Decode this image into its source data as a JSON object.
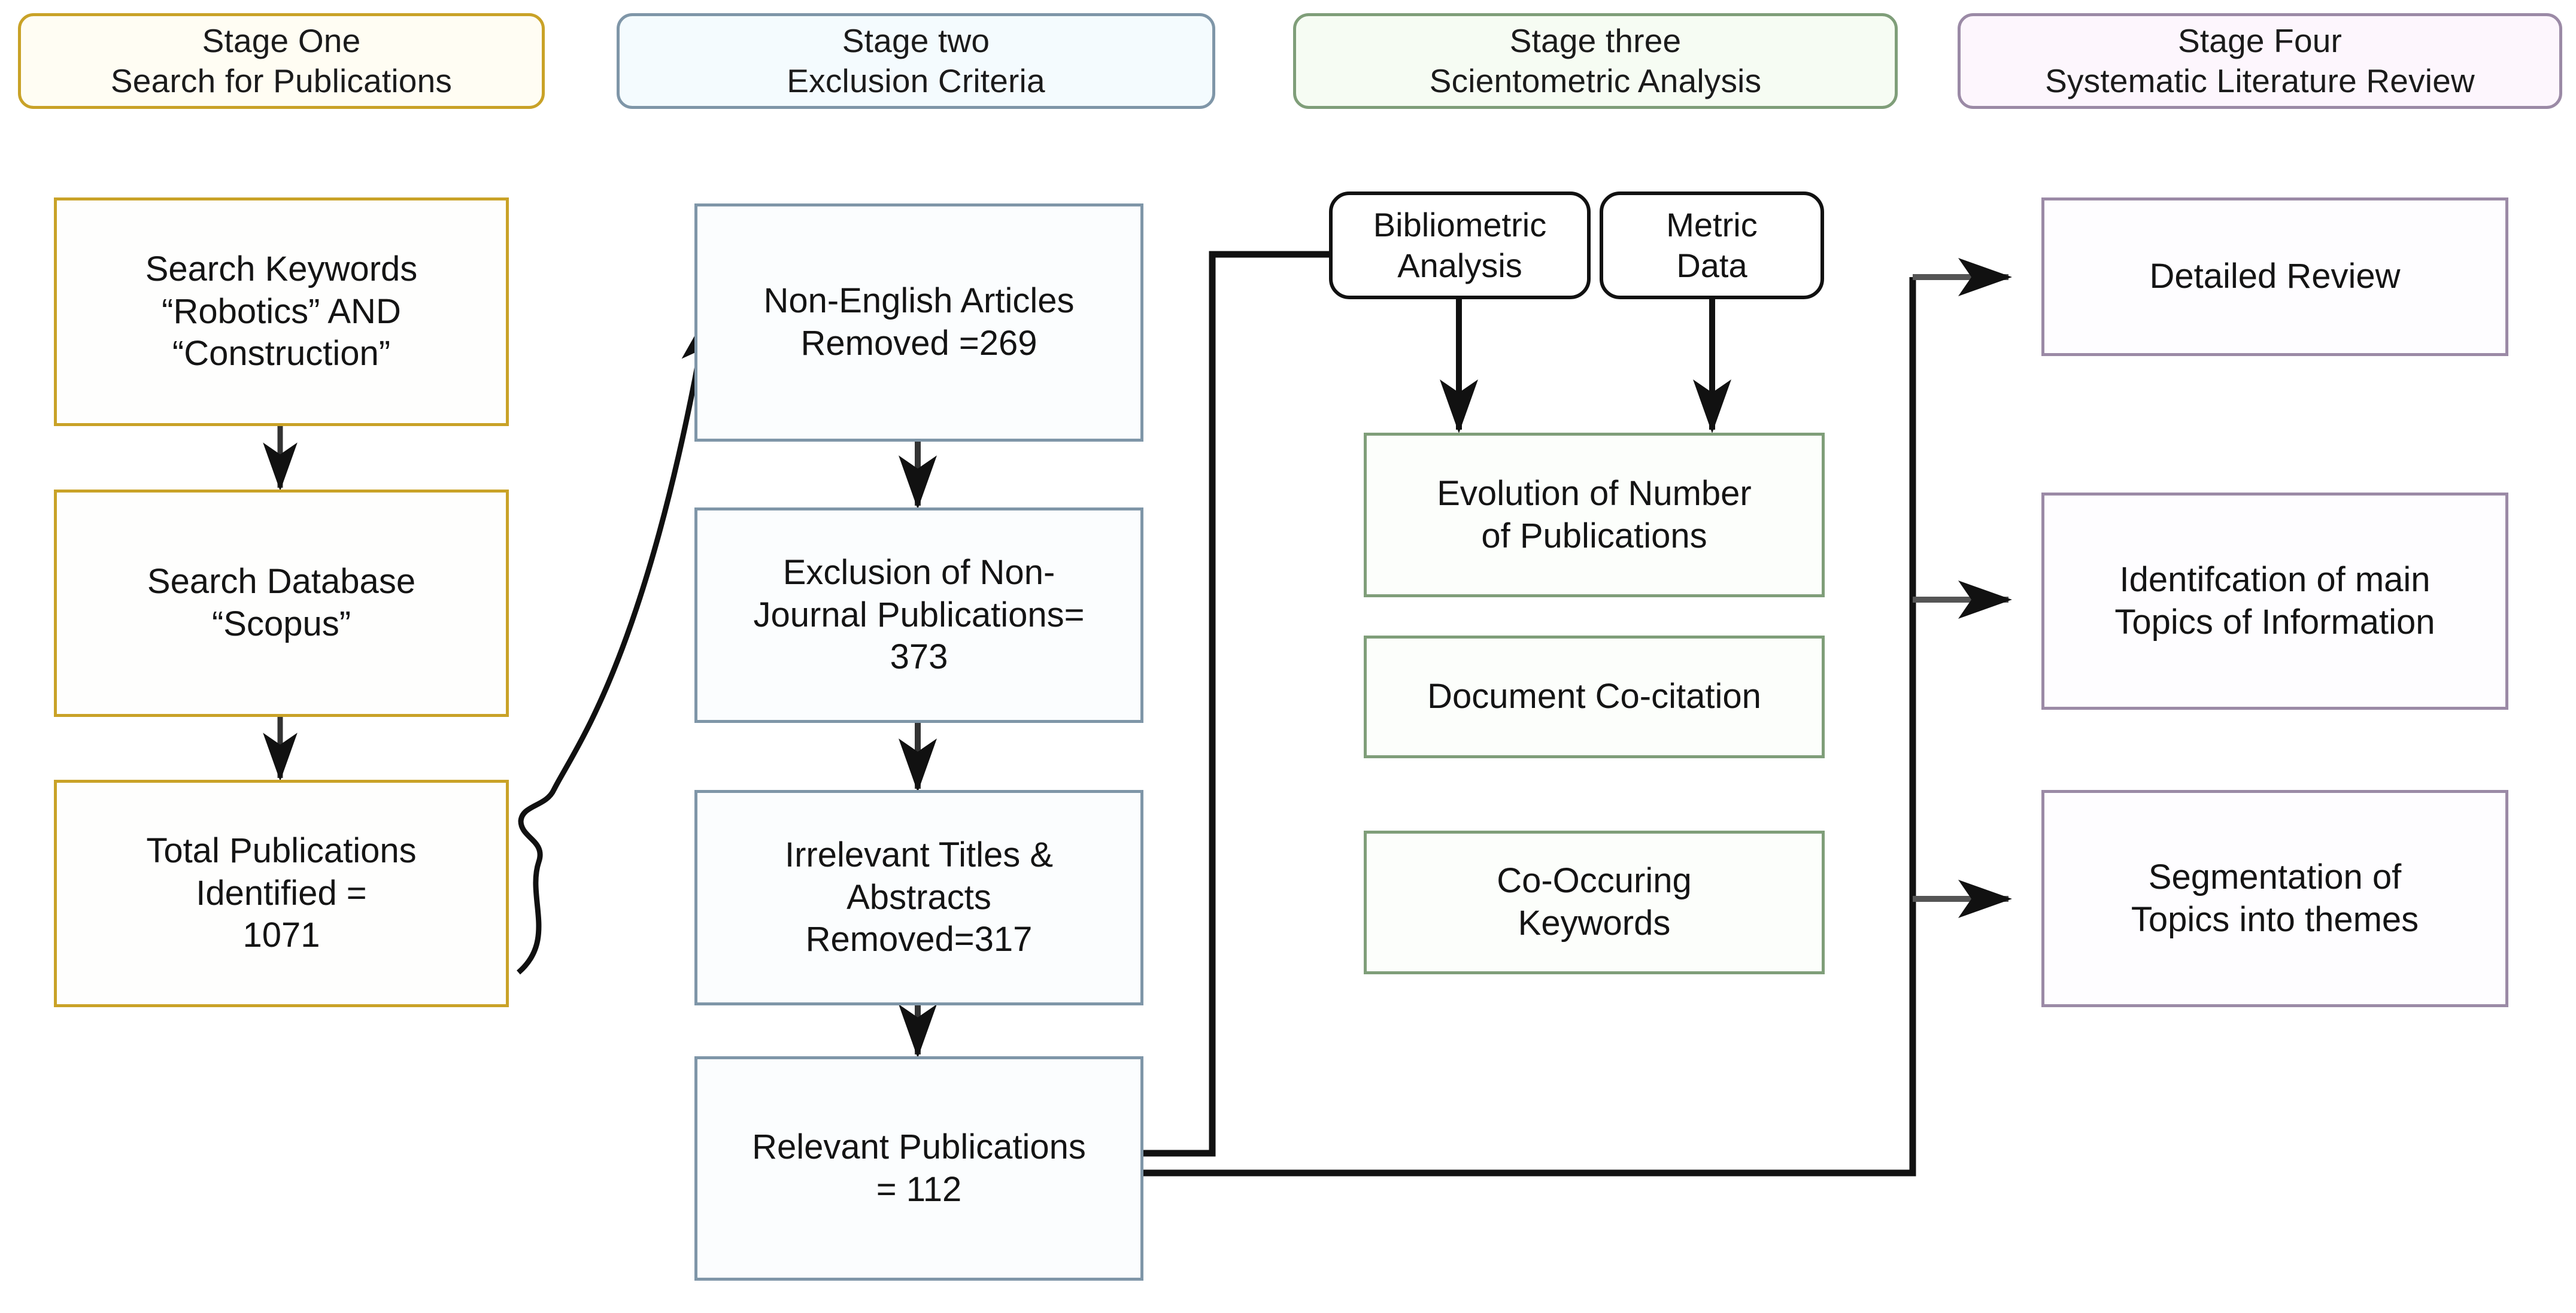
{
  "diagram": {
    "title": "Research methodology flowchart",
    "colors": {
      "stage_one": "#c9a227",
      "stage_two": "#7f96a8",
      "stage_three": "#7f9e79",
      "stage_four": "#9b8aa6",
      "connector": "#111111",
      "text": "#141414"
    }
  },
  "stages": [
    {
      "id": "one",
      "line1": "Stage One",
      "line2": "Search for Publications"
    },
    {
      "id": "two",
      "line1": "Stage two",
      "line2": "Exclusion Criteria"
    },
    {
      "id": "three",
      "line1": "Stage three",
      "line2": "Scientometric Analysis"
    },
    {
      "id": "four",
      "line1": "Stage Four",
      "line2": "Systematic Literature Review"
    }
  ],
  "stage_one": {
    "search_keywords": {
      "l1": "Search Keywords",
      "l2": "“Robotics” AND",
      "l3": "“Construction”"
    },
    "search_database": {
      "l1": "Search Database",
      "l2": "“Scopus”"
    },
    "total_publications": {
      "l1": "Total Publications",
      "l2": "Identified =",
      "l3": "1071"
    }
  },
  "stage_two": {
    "non_english": {
      "l1": "Non-English Articles",
      "l2": "Removed =269"
    },
    "non_journal": {
      "l1": "Exclusion of Non-",
      "l2": "Journal Publications=",
      "l3": "373"
    },
    "irrelevant": {
      "l1": "Irrelevant Titles &",
      "l2": "Abstracts",
      "l3": "Removed=317"
    },
    "relevant": {
      "l1": "Relevant Publications",
      "l2": "= 112"
    }
  },
  "stage_three": {
    "bibliometric_analysis": {
      "l1": "Bibliometric",
      "l2": "Analysis"
    },
    "metric_data": {
      "l1": "Metric",
      "l2": "Data"
    },
    "evolution": {
      "l1": "Evolution of Number",
      "l2": "of Publications"
    },
    "cocitation": {
      "l1": "Document Co-citation"
    },
    "keywords": {
      "l1": "Co-Occuring",
      "l2": "Keywords"
    }
  },
  "stage_four": {
    "detailed_review": {
      "l1": "Detailed Review"
    },
    "identification": {
      "l1": "Identifcation of main",
      "l2": "Topics of Information"
    },
    "segmentation": {
      "l1": "Segmentation of",
      "l2": "Topics into themes"
    }
  }
}
